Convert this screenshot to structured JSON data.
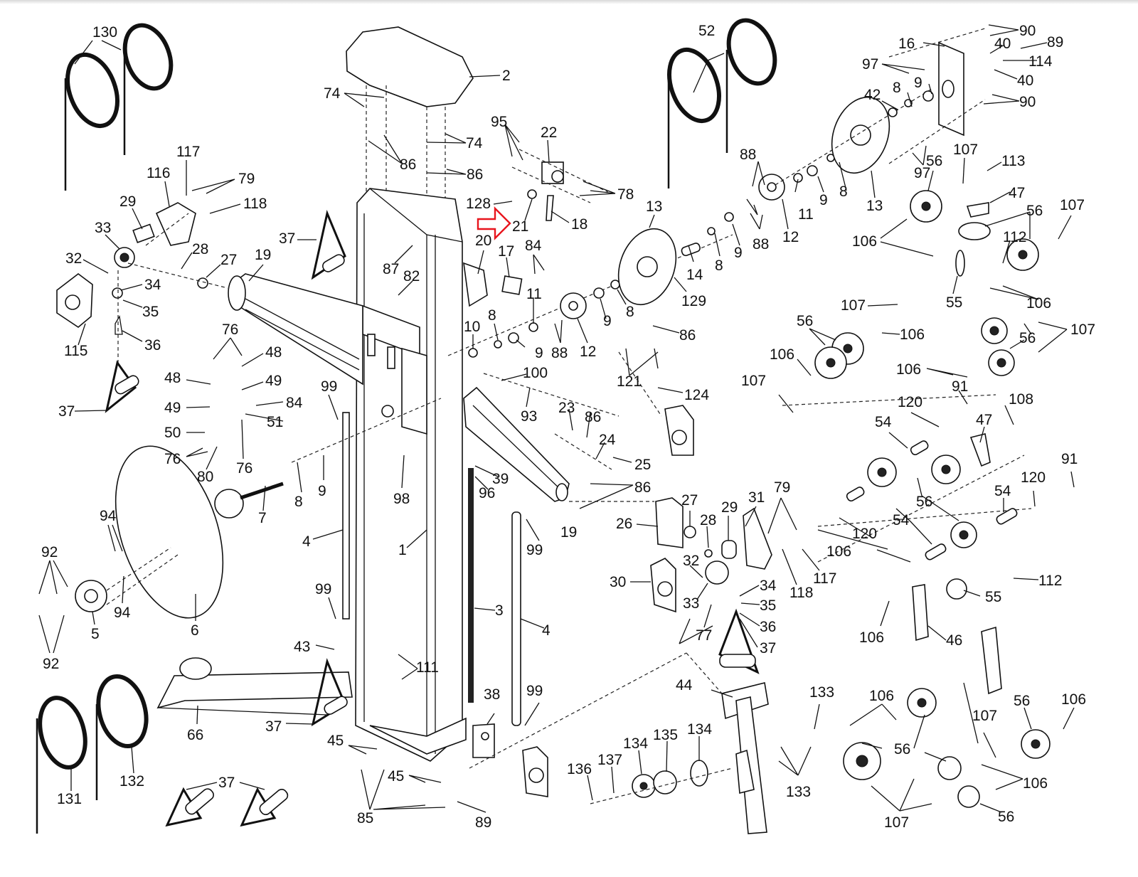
{
  "diagram": {
    "title": "Exploded parts diagram",
    "highlight": {
      "arrow_color": "#e8141c",
      "points_to_part": "21"
    },
    "labels": {
      "l130": "130",
      "l2": "2",
      "l74a": "74",
      "l74b": "74",
      "l86a": "86",
      "l86b": "86",
      "l95": "95",
      "l22": "22",
      "l78": "78",
      "l128": "128",
      "l21": "21",
      "l18": "18",
      "l20": "20",
      "l17": "17",
      "l84a": "84",
      "l11a": "11",
      "l8a": "8",
      "l10": "10",
      "l9a": "9",
      "l88a": "88",
      "l12a": "12",
      "l9b": "9",
      "l8b": "8",
      "l100": "100",
      "l93": "93",
      "l117a": "117",
      "l116": "116",
      "l79a": "79",
      "l118a": "118",
      "l29a": "29",
      "l33a": "33",
      "l32a": "32",
      "l28a": "28",
      "l27a": "27",
      "l19a": "19",
      "l37a": "37",
      "l87": "87",
      "l82": "82",
      "l115": "115",
      "l34a": "34",
      "l35a": "35",
      "l36a": "36",
      "l37b": "37",
      "l76a": "76",
      "l48a": "48",
      "l48b": "48",
      "l49a": "49",
      "l49b": "49",
      "l84b": "84",
      "l51": "51",
      "l50": "50",
      "l76b": "76",
      "l76c": "76",
      "l80": "80",
      "l99a": "99",
      "l8c": "8",
      "l9c": "9",
      "l7": "7",
      "l94a": "94",
      "l94b": "94",
      "l92a": "92",
      "l92b": "92",
      "l5": "5",
      "l6": "6",
      "l4a": "4",
      "l1": "1",
      "l98": "98",
      "l39": "39",
      "l96": "96",
      "l3": "3",
      "l4b": "4",
      "l99b": "99",
      "l99c": "99",
      "l99d": "99",
      "l43": "43",
      "l111": "111",
      "l66": "66",
      "l37c": "37",
      "l38": "38",
      "l45a": "45",
      "l45b": "45",
      "l85": "85",
      "l89a": "89",
      "l131": "131",
      "l132": "132",
      "l37d": "37",
      "l52": "52",
      "l16": "16",
      "l90a": "90",
      "l40a": "40",
      "l89b": "89",
      "l114": "114",
      "l97a": "97",
      "l40b": "40",
      "l90b": "90",
      "l42": "42",
      "l8d": "8",
      "l9d": "9",
      "l97b": "97",
      "l88b": "88",
      "l13a": "13",
      "l11b": "11",
      "l9e": "9",
      "l8e": "8",
      "l13b": "13",
      "l56a": "56",
      "l107a": "107",
      "l113": "113",
      "l47a": "47",
      "l56b": "56",
      "l107b": "107",
      "l106a": "106",
      "l112a": "112",
      "l13c": "13",
      "l14": "14",
      "l8f": "8",
      "l9f": "9",
      "l88c": "88",
      "l12b": "12",
      "l129": "129",
      "l55a": "55",
      "l106b": "106",
      "l88d": "88",
      "l12c": "12",
      "l9g": "9",
      "l8g": "8",
      "l86c": "86",
      "l121": "121",
      "l124": "124",
      "l107c": "107",
      "l56c": "56",
      "l106c": "106",
      "l106d": "106",
      "l107d": "107",
      "l56d": "56",
      "l107e": "107",
      "l106e": "106",
      "l91a": "91",
      "l120a": "120",
      "l108": "108",
      "l54a": "54",
      "l47b": "47",
      "l56e": "56",
      "l91b": "91",
      "l120b": "120",
      "l54b": "54",
      "l54c": "54",
      "l120c": "120",
      "l106f": "106",
      "l23": "23",
      "l86d": "86",
      "l24": "24",
      "l25": "25",
      "l86e": "86",
      "l19b": "19",
      "l27b": "27",
      "l28b": "28",
      "l29b": "29",
      "l31": "31",
      "l79b": "79",
      "l26": "26",
      "l118b": "118",
      "l117b": "117",
      "l30": "30",
      "l32b": "32",
      "l33b": "33",
      "l34b": "34",
      "l35b": "35",
      "l36b": "36",
      "l77": "77",
      "l37e": "37",
      "l112b": "112",
      "l55b": "55",
      "l106g": "106",
      "l46": "46",
      "l44": "44",
      "l133a": "133",
      "l133b": "133",
      "l134a": "134",
      "l135": "135",
      "l134b": "134",
      "l136": "136",
      "l137": "137",
      "l106h": "106",
      "l56f": "56",
      "l107f": "107",
      "l56g": "56",
      "l106i": "106",
      "l56h": "56",
      "l106j": "106",
      "l107g": "107",
      "l56i": "56"
    }
  }
}
